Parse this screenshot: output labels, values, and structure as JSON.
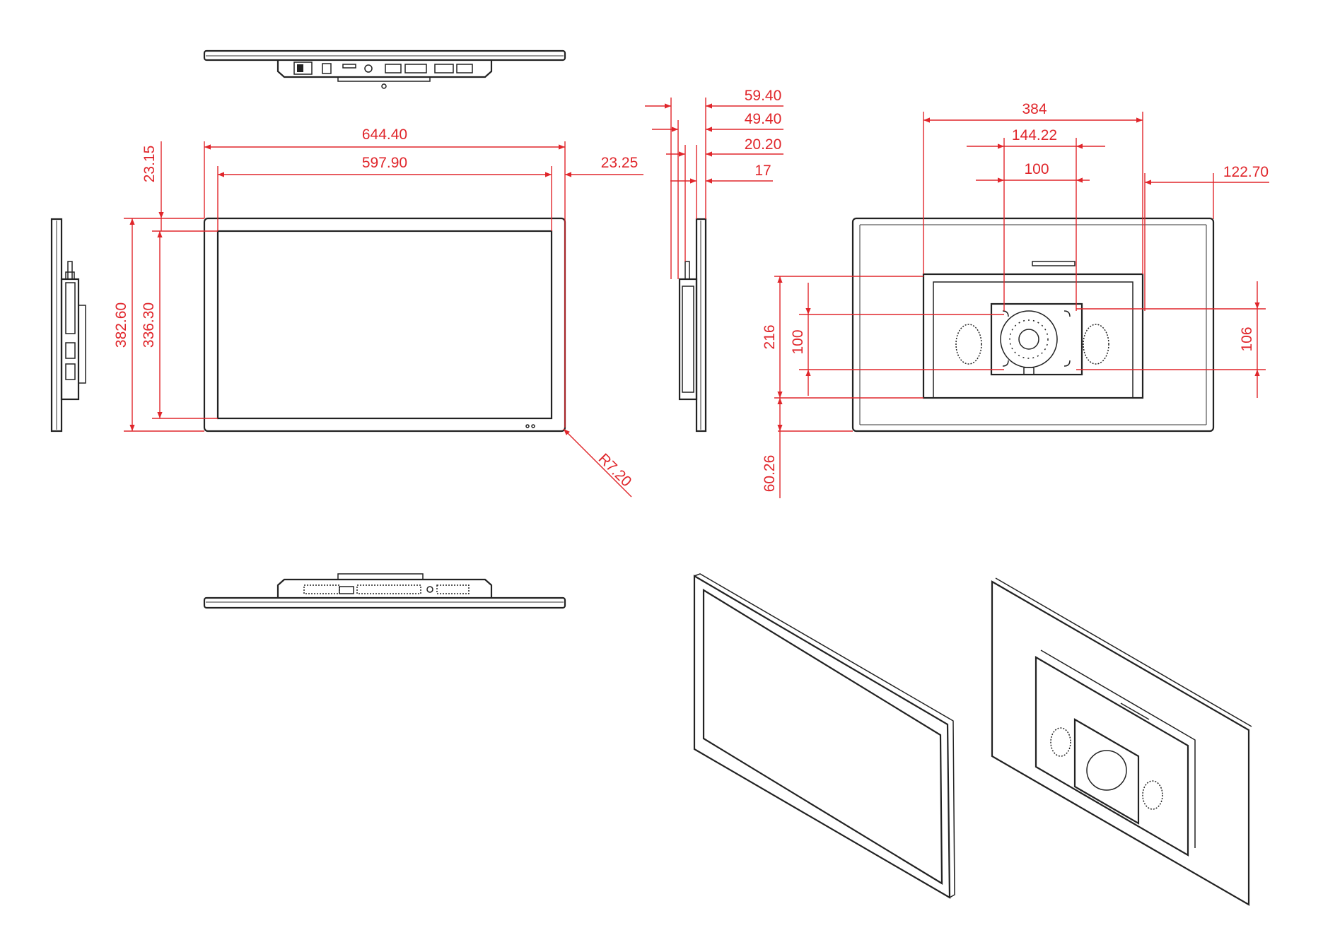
{
  "dimensions": {
    "front_width": "644.40",
    "front_active_width": "597.90",
    "front_right_bezel": "23.25",
    "front_top_bezel": "23.15",
    "front_height": "382.60",
    "front_active_height": "336.30",
    "corner_radius": "R7.20",
    "depth_total": "59.40",
    "depth_housing": "49.40",
    "depth_bracket": "20.20",
    "depth_panel": "17",
    "back_housing_width": "384",
    "back_vesa_plate": "144.22",
    "back_vesa_h": "100",
    "back_right_offset": "122.70",
    "back_housing_height": "216",
    "back_vesa_v": "100",
    "back_plate_height": "106",
    "back_bottom_offset": "60.26"
  },
  "colors": {
    "outline": "#222222",
    "dimension": "#e0262b",
    "background": "#ffffff"
  }
}
